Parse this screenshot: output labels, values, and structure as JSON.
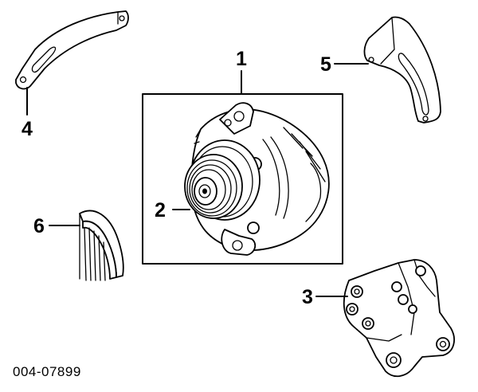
{
  "diagram": {
    "callouts": [
      {
        "id": "alternator",
        "label": "1"
      },
      {
        "id": "pulley",
        "label": "2"
      },
      {
        "id": "lower-bracket",
        "label": "3"
      },
      {
        "id": "brace",
        "label": "4"
      },
      {
        "id": "upper-bracket",
        "label": "5"
      },
      {
        "id": "belt",
        "label": "6"
      }
    ],
    "figure_number": "004-07899"
  }
}
